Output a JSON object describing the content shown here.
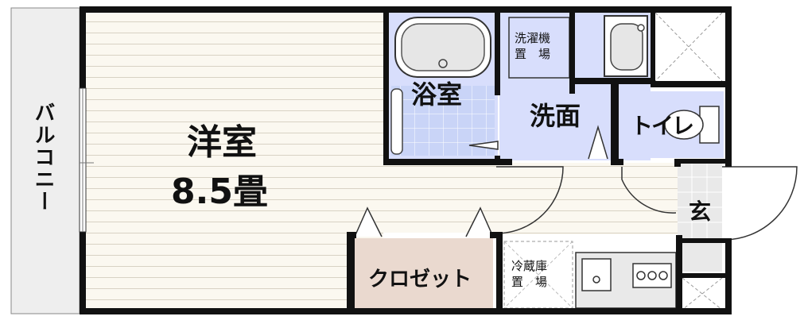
{
  "rooms": {
    "western": {
      "name": "洋室",
      "size": "8.5畳"
    },
    "bath": "浴室",
    "washroom": "洗面",
    "toilet": "トイレ",
    "entrance": "玄",
    "closet": "クロゼット",
    "balcony": "バルコニー"
  },
  "spaces": {
    "washer_line1": "洗濯機",
    "washer_line2": "置　場",
    "fridge_line1": "冷蔵庫",
    "fridge_line2": "置　場"
  },
  "colors": {
    "wall": "#111111",
    "floor_line": "#d8d2c4",
    "floor_tint": "#fbf8f0",
    "wet_area": "#d8defc",
    "bath_tile": "#c9d4f7",
    "closet": "#ead9cf",
    "kitchen": "#e9e9e9",
    "balcony": "#eeeeee"
  }
}
